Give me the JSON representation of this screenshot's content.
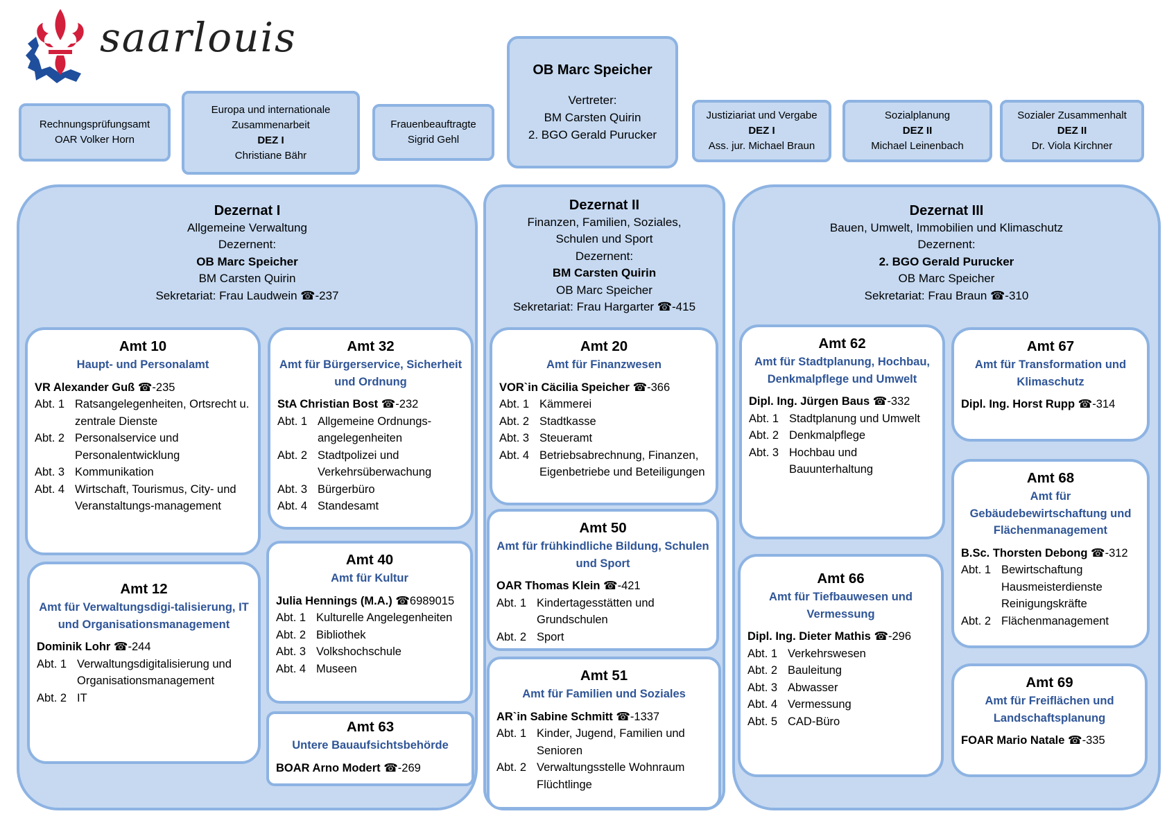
{
  "logo": {
    "text": "saarlouis"
  },
  "colors": {
    "box_fill": "#c6d9f1",
    "box_border": "#8db3e2",
    "subtitle": "#2f5597",
    "logo_red": "#d21f3c",
    "logo_blue": "#1f4e9c"
  },
  "top": {
    "rpa": [
      "Rechnungsprüfungsamt",
      "OAR Volker Horn"
    ],
    "europa": [
      "Europa und internationale",
      "Zusammenarbeit",
      "DEZ I",
      "Christiane Bähr"
    ],
    "frauen": [
      "Frauenbeauftragte",
      "Sigrid Gehl"
    ],
    "ob": {
      "title": "OB Marc Speicher",
      "lines": [
        "Vertreter:",
        "BM Carsten Quirin",
        "2. BGO Gerald Purucker"
      ]
    },
    "justiz": [
      "Justiziariat und Vergabe",
      "DEZ I",
      "Ass. jur. Michael Braun"
    ],
    "sozplan": [
      "Sozialplanung",
      "DEZ II",
      "Michael Leinenbach"
    ],
    "sozzus": [
      "Sozialer Zusammenhalt",
      "DEZ II",
      "Dr. Viola Kirchner"
    ]
  },
  "dezernate": [
    {
      "title": "Dezernat I",
      "subtitle": [
        "Allgemeine Verwaltung"
      ],
      "label": "Dezernent:",
      "lead": "OB Marc Speicher",
      "deputy": "BM Carsten Quirin",
      "secretariat": "Sekretariat: Frau Laudwein",
      "phone": "-237"
    },
    {
      "title": "Dezernat II",
      "subtitle": [
        "Finanzen, Familien, Soziales,",
        "Schulen und Sport"
      ],
      "label": "Dezernent:",
      "lead": "BM Carsten Quirin",
      "deputy": "OB Marc Speicher",
      "secretariat": "Sekretariat: Frau Hargarter",
      "phone": "-415"
    },
    {
      "title": "Dezernat III",
      "subtitle": [
        "Bauen, Umwelt, Immobilien und Klimaschutz"
      ],
      "label": "Dezernent:",
      "lead": "2. BGO Gerald Purucker",
      "deputy": "OB Marc Speicher",
      "secretariat": "Sekretariat: Frau Braun",
      "phone": "-310"
    }
  ],
  "aemter": [
    {
      "title": "Amt 10",
      "subtitle": "Haupt- und Personalamt",
      "head": "VR Alexander Guß",
      "phone": "-235",
      "abt": [
        [
          "Abt. 1",
          "Ratsangelegenheiten, Ortsrecht u. zentrale Dienste"
        ],
        [
          "Abt. 2",
          "Personalservice und Personalentwicklung"
        ],
        [
          "Abt. 3",
          "Kommunikation"
        ],
        [
          "Abt. 4",
          "Wirtschaft, Tourismus, City- und Veranstaltungs-management"
        ]
      ]
    },
    {
      "title": "Amt 32",
      "subtitle": "Amt für Bürgerservice, Sicherheit und Ordnung",
      "head": "StA Christian Bost",
      "phone": "-232",
      "abt": [
        [
          "Abt. 1",
          "Allgemeine Ordnungs-angelegenheiten"
        ],
        [
          "Abt. 2",
          "Stadtpolizei und Verkehrsüberwachung"
        ],
        [
          "Abt. 3",
          "Bürgerbüro"
        ],
        [
          "Abt. 4",
          "Standesamt"
        ]
      ]
    },
    {
      "title": "Amt 12",
      "subtitle": "Amt für Verwaltungsdigi-talisierung, IT und Organisationsmanagement",
      "head": "Dominik Lohr",
      "phone": "-244",
      "abt": [
        [
          "Abt. 1",
          "Verwaltungsdigitalisierung und Organisationsmanagement"
        ],
        [
          "Abt. 2",
          "IT"
        ]
      ]
    },
    {
      "title": "Amt 40",
      "subtitle": "Amt für Kultur",
      "head": "Julia Hennings (M.A.)",
      "phone": "6989015",
      "abt": [
        [
          "Abt. 1",
          "Kulturelle Angelegenheiten"
        ],
        [
          "Abt. 2",
          "Bibliothek"
        ],
        [
          "Abt. 3",
          "Volkshochschule"
        ],
        [
          "Abt. 4",
          "Museen"
        ]
      ]
    },
    {
      "title": "Amt 63",
      "subtitle": "Untere Bauaufsichtsbehörde",
      "head": "BOAR Arno Modert",
      "phone": "-269",
      "abt": []
    },
    {
      "title": "Amt 20",
      "subtitle": "Amt für Finanzwesen",
      "head": "VOR`in Cäcilia Speicher",
      "phone": "-366",
      "abt": [
        [
          "Abt. 1",
          "Kämmerei"
        ],
        [
          "Abt. 2",
          "Stadtkasse"
        ],
        [
          "Abt. 3",
          "Steueramt"
        ],
        [
          "Abt. 4",
          "Betriebsabrechnung, Finanzen, Eigenbetriebe und Beteiligungen"
        ]
      ]
    },
    {
      "title": "Amt 50",
      "subtitle": "Amt für frühkindliche Bildung, Schulen und Sport",
      "head": "OAR Thomas Klein",
      "phone": "-421",
      "abt": [
        [
          "Abt. 1",
          "Kindertagesstätten und Grundschulen"
        ],
        [
          "Abt. 2",
          "Sport"
        ]
      ]
    },
    {
      "title": "Amt 51",
      "subtitle": "Amt für Familien und Soziales",
      "head": "AR`in Sabine Schmitt",
      "phone": "-1337",
      "abt": [
        [
          "Abt. 1",
          "Kinder, Jugend, Familien und Senioren"
        ],
        [
          "Abt. 2",
          "Verwaltungsstelle Wohnraum Flüchtlinge"
        ]
      ]
    },
    {
      "title": "Amt 62",
      "subtitle": "Amt für Stadtplanung, Hochbau, Denkmalpflege und Umwelt",
      "head": "Dipl. Ing. Jürgen Baus",
      "phone": "-332",
      "abt": [
        [
          "Abt. 1",
          "Stadtplanung und Umwelt"
        ],
        [
          "Abt. 2",
          "Denkmalpflege"
        ],
        [
          "Abt. 3",
          "Hochbau und Bauunterhaltung"
        ]
      ]
    },
    {
      "title": "Amt 67",
      "subtitle": "Amt für Transformation und Klimaschutz",
      "head": "Dipl. Ing. Horst Rupp",
      "phone": "-314",
      "abt": []
    },
    {
      "title": "Amt 68",
      "subtitle": "Amt für Gebäudebewirtschaftung und Flächenmanagement",
      "head": "B.Sc. Thorsten Debong",
      "phone": "-312",
      "abt": [
        [
          "Abt. 1",
          "Bewirtschaftung Hausmeisterdienste Reinigungskräfte"
        ],
        [
          "Abt. 2",
          "Flächenmanagement"
        ]
      ]
    },
    {
      "title": "Amt 66",
      "subtitle": "Amt für Tiefbauwesen und Vermessung",
      "head": "Dipl. Ing. Dieter Mathis",
      "phone": "-296",
      "abt": [
        [
          "Abt. 1",
          "Verkehrswesen"
        ],
        [
          "Abt. 2",
          "Bauleitung"
        ],
        [
          "Abt. 3",
          "Abwasser"
        ],
        [
          "Abt. 4",
          "Vermessung"
        ],
        [
          "Abt. 5",
          "CAD-Büro"
        ]
      ]
    },
    {
      "title": "Amt 69",
      "subtitle": "Amt für Freiflächen und Landschaftsplanung",
      "head": "FOAR Mario Natale",
      "phone": "-335",
      "abt": []
    }
  ]
}
